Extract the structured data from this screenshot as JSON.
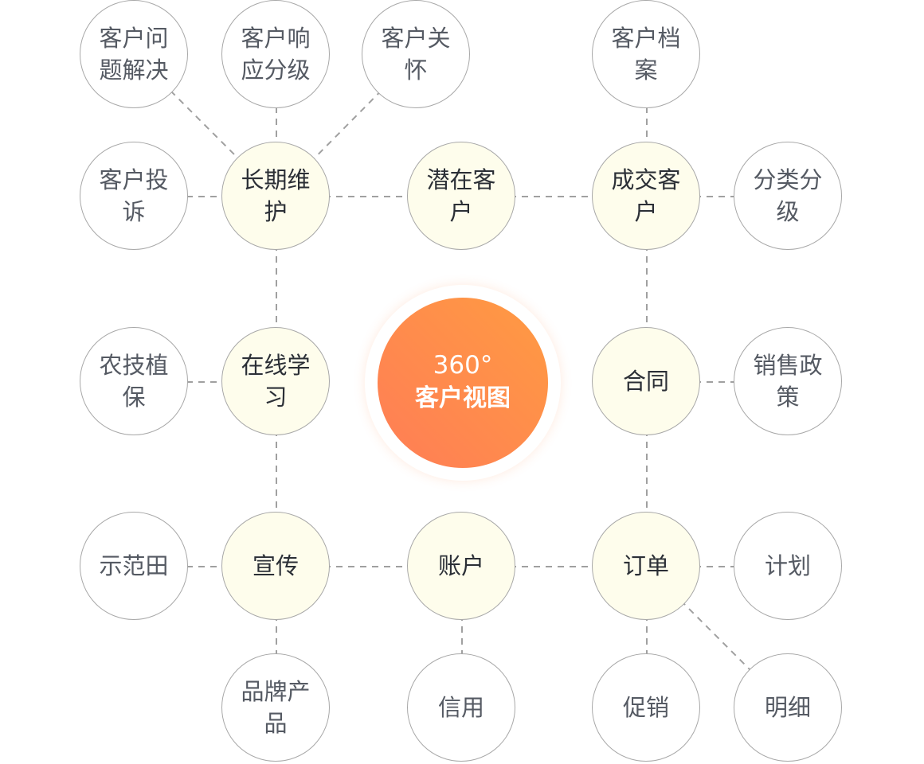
{
  "center": {
    "line1": "360°",
    "line2": "客户视图",
    "gradient": [
      "#ff7d56",
      "#ff9b42"
    ]
  },
  "nodes": {
    "problem": "客户问题解决",
    "response": "客户响应分级",
    "care": "客户关怀",
    "archive": "客户档案",
    "complaint": "客户投诉",
    "maintenance": "长期维护",
    "potential": "潜在客户",
    "closed": "成交客户",
    "classify": "分类分级",
    "agritech": "农技植保",
    "learning": "在线学习",
    "contract": "合同",
    "policy": "销售政策",
    "demo": "示范田",
    "promo": "宣传",
    "account": "账户",
    "order": "订单",
    "plan": "计划",
    "brand": "品牌产品",
    "credit": "信用",
    "sales_promo": "促销",
    "detail": "明细"
  },
  "colors": {
    "core_fill": "#fefdec",
    "line": "#a0a0a0",
    "border": "#a8a8a8"
  }
}
